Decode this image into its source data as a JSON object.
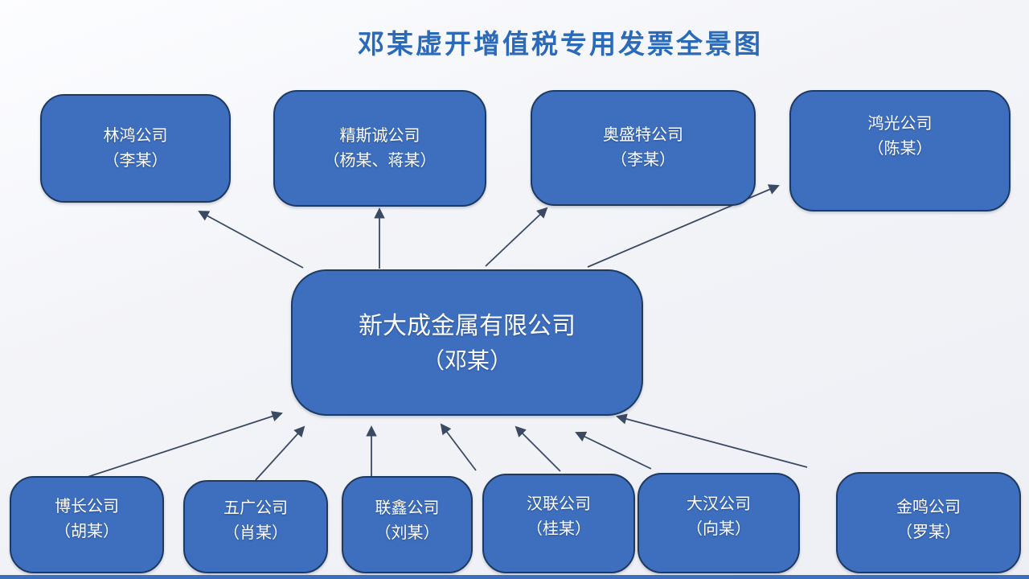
{
  "title": "邓某虚开增值税专用发票全景图",
  "center_company": {
    "name": "新大成金属有限公司",
    "person": "（邓某）"
  },
  "top_companies": [
    {
      "name": "林鸿公司",
      "person": "（李某）"
    },
    {
      "name": "精斯诚公司",
      "person": "（杨某、蒋某）"
    },
    {
      "name": "奥盛特公司",
      "person": "（李某）"
    },
    {
      "name": "鸿光公司",
      "person": "（陈某）"
    }
  ],
  "bottom_companies": [
    {
      "name": "博长公司",
      "person": "（胡某）"
    },
    {
      "name": "五广公司",
      "person": "（肖某）"
    },
    {
      "name": "联鑫公司",
      "person": "（刘某）"
    },
    {
      "name": "汉联公司",
      "person": "（桂某）"
    },
    {
      "name": "大汉公司",
      "person": "（向某）"
    },
    {
      "name": "金鸣公司",
      "person": "（罗某）"
    }
  ],
  "colors": {
    "node_fill": "#3e6fbf",
    "node_border": "#1f3a60",
    "node_text": "#ffffff",
    "title_text": "#2b6ab8",
    "arrow": "#3a4a63",
    "background": "#f2f3f7"
  }
}
